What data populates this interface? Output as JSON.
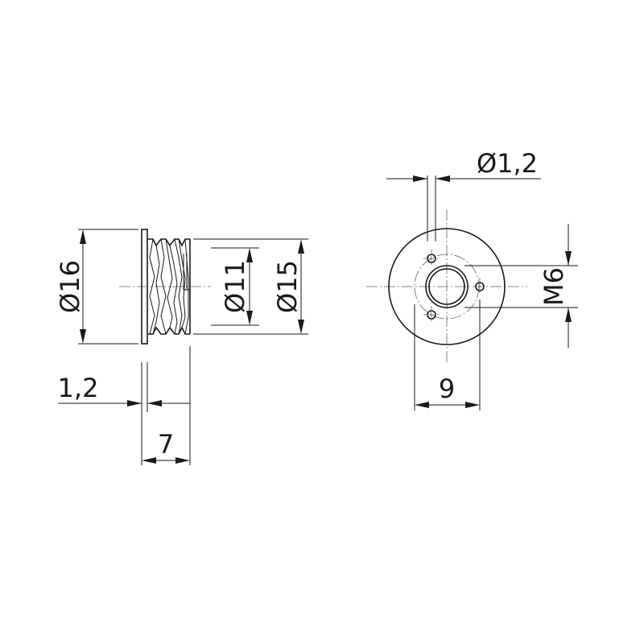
{
  "side_view": {
    "dim_head_diameter": "Ø16",
    "dim_inner_diameter": "Ø11",
    "dim_outer_diameter": "Ø15",
    "dim_flange_thickness": "1,2",
    "dim_length": "7"
  },
  "front_view": {
    "dim_hole_diameter": "Ø1,2",
    "dim_thread": "M6",
    "dim_hole_spacing": "9"
  }
}
